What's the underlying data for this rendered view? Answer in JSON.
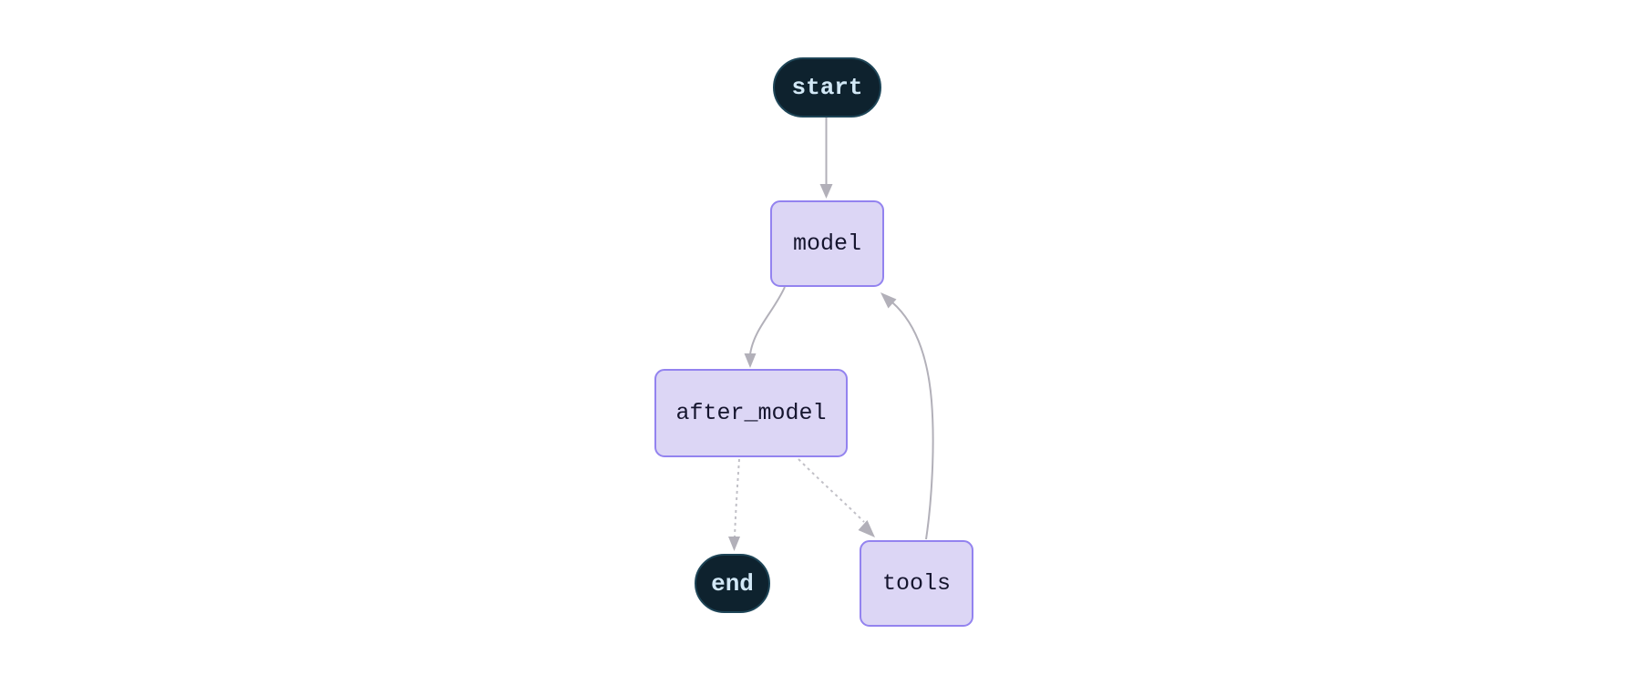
{
  "diagram": {
    "type": "flowchart",
    "background_color": "#ffffff",
    "nodes": [
      {
        "id": "start",
        "label": "start",
        "shape": "pill",
        "fill": "#0e222e",
        "border_color": "#1e4557",
        "text_color": "#d2e8f6"
      },
      {
        "id": "model",
        "label": "model",
        "shape": "rounded-rect",
        "fill": "#dcd6f5",
        "border_color": "#9383ef",
        "text_color": "#15152e"
      },
      {
        "id": "after_model",
        "label": "after_model",
        "shape": "rounded-rect",
        "fill": "#dcd6f5",
        "border_color": "#9383ef",
        "text_color": "#15152e"
      },
      {
        "id": "end",
        "label": "end",
        "shape": "pill",
        "fill": "#0e222e",
        "border_color": "#1e4557",
        "text_color": "#d2e8f6"
      },
      {
        "id": "tools",
        "label": "tools",
        "shape": "rounded-rect",
        "fill": "#dcd6f5",
        "border_color": "#9383ef",
        "text_color": "#15152e"
      }
    ],
    "edges": [
      {
        "from": "start",
        "to": "model",
        "style": "solid",
        "arrow": true
      },
      {
        "from": "model",
        "to": "after_model",
        "style": "solid",
        "arrow": true
      },
      {
        "from": "after_model",
        "to": "end",
        "style": "dashed",
        "arrow": true
      },
      {
        "from": "after_model",
        "to": "tools",
        "style": "dashed",
        "arrow": true
      },
      {
        "from": "tools",
        "to": "model",
        "style": "solid",
        "arrow": true
      }
    ],
    "edge_colors": {
      "solid": "#b2b0b9",
      "dashed": "#c1c0c7",
      "arrowhead": "#b2b0b9"
    }
  }
}
